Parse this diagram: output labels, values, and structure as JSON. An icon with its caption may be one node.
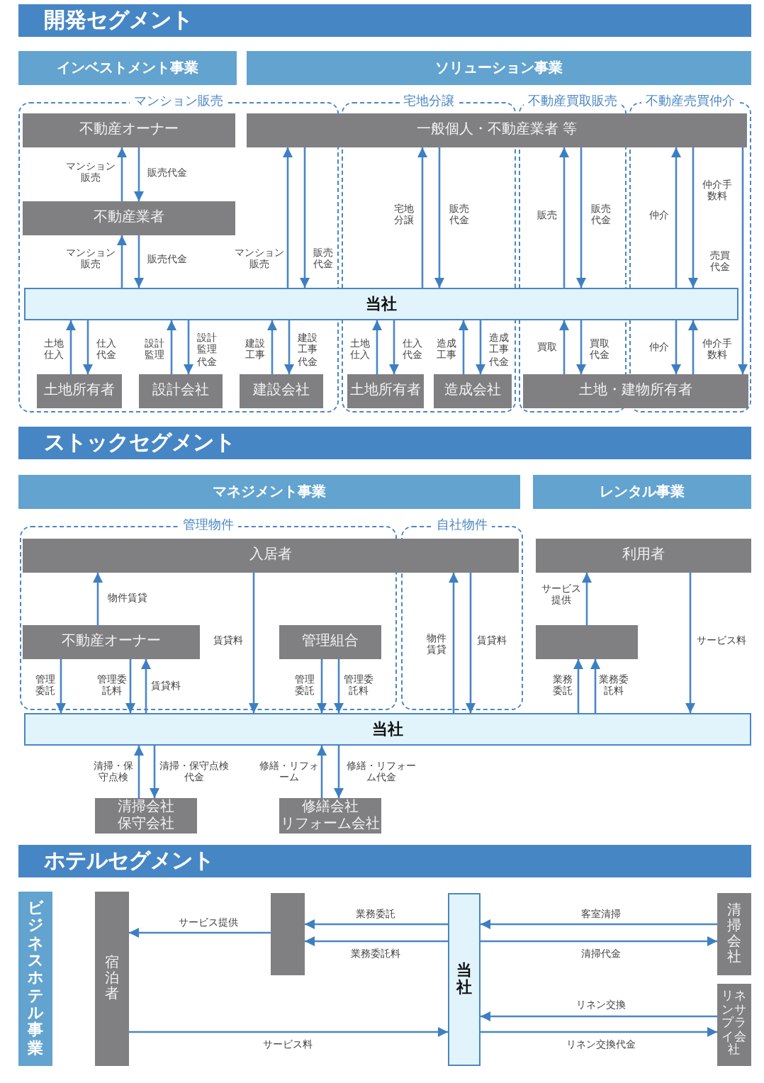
{
  "diagram": {
    "nodes": [
      {
        "text": [
          "開発セグメント"
        ]
      },
      {
        "text": [
          "インベストメント事業"
        ]
      },
      {
        "text": [
          "ソリューション事業"
        ]
      },
      {
        "text": [
          "不動産オーナー"
        ]
      },
      {
        "text": [
          "不動産業者"
        ]
      },
      {
        "text": [
          "一般個人・不動産業者 等"
        ]
      },
      {
        "text": [
          "当社"
        ]
      },
      {
        "text": [
          "土地所有者"
        ]
      },
      {
        "text": [
          "設計会社"
        ]
      },
      {
        "text": [
          "建設会社"
        ]
      },
      {
        "text": [
          "土地所有者"
        ]
      },
      {
        "text": [
          "造成会社"
        ]
      },
      {
        "text": [
          "土地・建物所有者"
        ]
      },
      {
        "text": [
          "ストックセグメント"
        ]
      },
      {
        "text": [
          "マネジメント事業"
        ]
      },
      {
        "text": [
          "レンタル事業"
        ]
      },
      {
        "text": [
          "入居者"
        ]
      },
      {
        "text": [
          "不動産オーナー"
        ]
      },
      {
        "text": [
          "管理組合"
        ]
      },
      {
        "text": [
          "利用者"
        ]
      },
      {
        "text": [],
        "shape": "box"
      },
      {
        "text": [
          "当社"
        ]
      },
      {
        "text": [
          "清掃会社",
          "保守会社"
        ]
      },
      {
        "text": [
          "修繕会社",
          "リフォーム会社"
        ]
      },
      {
        "text": [
          "ホテルセグメント"
        ]
      },
      {
        "text": [
          "ビジネスホテル事業"
        ]
      },
      {
        "text": [
          "宿泊者"
        ]
      },
      {
        "text": [],
        "shape": "box"
      },
      {
        "text": [
          "当社"
        ]
      },
      {
        "text": [
          "清掃会社"
        ]
      },
      {
        "text": [
          "リネンサプライ会社"
        ]
      }
    ],
    "edges": [
      {
        "from": 4,
        "to": 3,
        "arrow": "to",
        "label": "マンション販売"
      },
      {
        "from": 3,
        "to": 4,
        "arrow": "to",
        "label": "販売代金"
      },
      {
        "from": 6,
        "to": 4,
        "arrow": "to",
        "label": "マンション販売"
      },
      {
        "from": 4,
        "to": 6,
        "arrow": "to",
        "label": "販売代金"
      },
      {
        "from": 6,
        "to": 5,
        "arrow": "to",
        "label": "マンション販売"
      },
      {
        "from": 5,
        "to": 6,
        "arrow": "to",
        "label": "販売代金"
      },
      {
        "from": 6,
        "to": 5,
        "arrow": "to",
        "label": "宅地分譲"
      },
      {
        "from": 5,
        "to": 6,
        "arrow": "to",
        "label": "販売代金"
      },
      {
        "from": 6,
        "to": 5,
        "arrow": "to",
        "label": "販売"
      },
      {
        "from": 5,
        "to": 6,
        "arrow": "to",
        "label": "販売代金"
      },
      {
        "from": 6,
        "to": 5,
        "arrow": "to",
        "label": "仲介"
      },
      {
        "from": 5,
        "to": 6,
        "arrow": "to",
        "label": "仲介手数料"
      },
      {
        "from": 5,
        "to": 12,
        "arrow": "to",
        "label": "売買代金"
      },
      {
        "from": 7,
        "to": 6,
        "arrow": "to",
        "label": "土地仕入"
      },
      {
        "from": 6,
        "to": 7,
        "arrow": "to",
        "label": "仕入代金"
      },
      {
        "from": 8,
        "to": 6,
        "arrow": "to",
        "label": "設計監理"
      },
      {
        "from": 6,
        "to": 8,
        "arrow": "to",
        "label": "設計監理代金"
      },
      {
        "from": 9,
        "to": 6,
        "arrow": "to",
        "label": "建設工事"
      },
      {
        "from": 6,
        "to": 9,
        "arrow": "to",
        "label": "建設工事代金"
      },
      {
        "from": 10,
        "to": 6,
        "arrow": "to",
        "label": "土地仕入"
      },
      {
        "from": 6,
        "to": 10,
        "arrow": "to",
        "label": "仕入代金"
      },
      {
        "from": 11,
        "to": 6,
        "arrow": "to",
        "label": "造成工事"
      },
      {
        "from": 6,
        "to": 11,
        "arrow": "to",
        "label": "造成工事代金"
      },
      {
        "from": 12,
        "to": 6,
        "arrow": "to",
        "label": "買取"
      },
      {
        "from": 6,
        "to": 12,
        "arrow": "to",
        "label": "買取代金"
      },
      {
        "from": 6,
        "to": 12,
        "arrow": "to",
        "label": "仲介"
      },
      {
        "from": 12,
        "to": 6,
        "arrow": "to",
        "label": "仲介手数料"
      },
      {
        "from": 17,
        "to": 16,
        "arrow": "to",
        "label": "物件賃貸"
      },
      {
        "from": 16,
        "to": 21,
        "arrow": "to",
        "label": "賃貸料"
      },
      {
        "from": 17,
        "to": 21,
        "arrow": "to",
        "label": "管理委託"
      },
      {
        "from": 17,
        "to": 21,
        "arrow": "to",
        "label": "管理委託料"
      },
      {
        "from": 21,
        "to": 17,
        "arrow": "to",
        "label": "賃貸料"
      },
      {
        "from": 18,
        "to": 21,
        "arrow": "to",
        "label": "管理委託"
      },
      {
        "from": 18,
        "to": 21,
        "arrow": "to",
        "label": "管理委託料"
      },
      {
        "from": 21,
        "to": 16,
        "arrow": "to",
        "label": "物件賃貸"
      },
      {
        "from": 16,
        "to": 21,
        "arrow": "to",
        "label": "賃貸料"
      },
      {
        "from": 20,
        "to": 19,
        "arrow": "to",
        "label": "サービス提供"
      },
      {
        "from": 21,
        "to": 20,
        "arrow": "to",
        "label": "業務委託"
      },
      {
        "from": 21,
        "to": 20,
        "arrow": "to",
        "label": "業務委託料"
      },
      {
        "from": 19,
        "to": 21,
        "arrow": "to",
        "label": "サービス料"
      },
      {
        "from": 22,
        "to": 21,
        "arrow": "to",
        "label": "清掃・保守点検"
      },
      {
        "from": 21,
        "to": 22,
        "arrow": "to",
        "label": "清掃・保守点検代金"
      },
      {
        "from": 23,
        "to": 21,
        "arrow": "to",
        "label": "修繕・リフォーム"
      },
      {
        "from": 21,
        "to": 23,
        "arrow": "to",
        "label": "修繕・リフォーム代金"
      },
      {
        "from": 27,
        "to": 26,
        "arrow": "to",
        "label": "サービス提供"
      },
      {
        "from": 28,
        "to": 27,
        "arrow": "to",
        "label": "業務委託"
      },
      {
        "from": 28,
        "to": 27,
        "arrow": "to",
        "label": "業務委託料"
      },
      {
        "from": 29,
        "to": 28,
        "arrow": "to",
        "label": "客室清掃"
      },
      {
        "from": 28,
        "to": 29,
        "arrow": "to",
        "label": "清掃代金"
      },
      {
        "from": 30,
        "to": 28,
        "arrow": "to",
        "label": "リネン交換"
      },
      {
        "from": 28,
        "to": 30,
        "arrow": "to",
        "label": "リネン交換代金"
      },
      {
        "from": 26,
        "to": 28,
        "arrow": "to",
        "label": "サービス料"
      }
    ],
    "labels": [
      "マンション販売",
      "宅地分譲",
      "不動産買取販売",
      "不動産売買仲介",
      "管理物件",
      "自社物件"
    ]
  }
}
